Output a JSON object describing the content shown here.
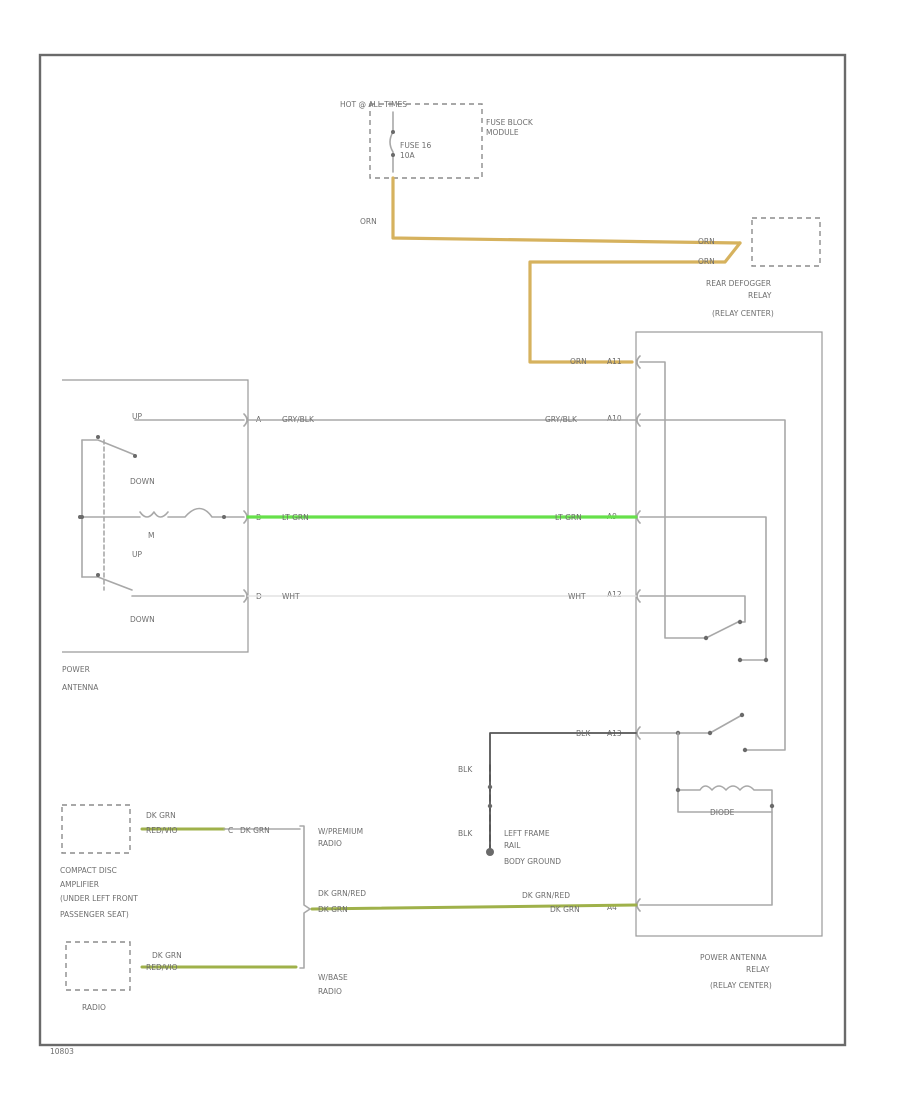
{
  "fuse_block": {
    "hot_label": "HOT @ ALL TIMES",
    "module_name": [
      "FUSE BLOCK",
      "MODULE"
    ],
    "fuse_name": "FUSE 16",
    "fuse_rating": "10A"
  },
  "wire_colors": {
    "orn": "ORN",
    "gry_blk": "GRY/BLK",
    "lt_grn": "LT GRN",
    "wht": "WHT",
    "blk": "BLK",
    "dk_grn": "DK GRN",
    "red_vio": "RED/VIO",
    "dk_grn_red": "DK GRN/RED"
  },
  "rear_defogger": {
    "name": [
      "REAR DEFOGGER",
      "RELAY",
      "(RELAY CENTER)"
    ]
  },
  "power_antenna": {
    "name": [
      "POWER",
      "ANTENNA"
    ],
    "up_label": "UP",
    "down_label": "DOWN",
    "motor_label": "M",
    "pins": [
      "A",
      "B",
      "D"
    ]
  },
  "relay": {
    "name": [
      "POWER ANTENNA",
      "RELAY",
      "(RELAY CENTER)"
    ],
    "pins": [
      "A11",
      "A10",
      "A9",
      "A12",
      "A13",
      "A4"
    ],
    "coil_label": "DIODE"
  },
  "ground": {
    "name": [
      "LEFT FRAME",
      "RAIL",
      "BODY GROUND"
    ]
  },
  "amplifier": {
    "name": [
      "COMPACT DISC",
      "AMPLIFIER",
      "(UNDER LEFT FRONT",
      "PASSENGER SEAT)"
    ],
    "pin": "C"
  },
  "radio": {
    "name": "RADIO"
  },
  "radio_variants": {
    "premium": [
      "W/PREMIUM",
      "RADIO"
    ],
    "base": [
      "W/BASE",
      "RADIO"
    ]
  },
  "figure_id": "10803"
}
